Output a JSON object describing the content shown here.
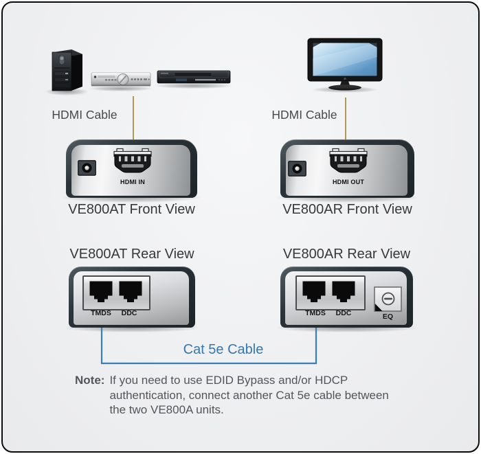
{
  "colors": {
    "hdmi_cable_line": "#b0985a",
    "cat5e_cable_line": "#3d7db6",
    "cat5e_label_text": "#3577b0",
    "title_text": "#37383a",
    "note_text": "#54555a"
  },
  "left_chain": {
    "cable_label": "HDMI Cable",
    "front": {
      "title": "VE800AT Front View",
      "port_label": "HDMI IN"
    },
    "rear": {
      "title": "VE800AT Rear View",
      "port1": "TMDS",
      "port2": "DDC"
    }
  },
  "right_chain": {
    "cable_label": "HDMI Cable",
    "front": {
      "title": "VE800AR Front View",
      "port_label": "HDMI OUT"
    },
    "rear": {
      "title": "VE800AR Rear View",
      "port1": "TMDS",
      "port2": "DDC",
      "eq_label": "EQ"
    }
  },
  "cat5e": {
    "label": "Cat 5e Cable"
  },
  "note": {
    "label": "Note:",
    "lines": [
      "If you need to use EDID Bypass and/or HDCP",
      "authentication, connect another Cat 5e cable between",
      "the two VE800A units."
    ]
  }
}
